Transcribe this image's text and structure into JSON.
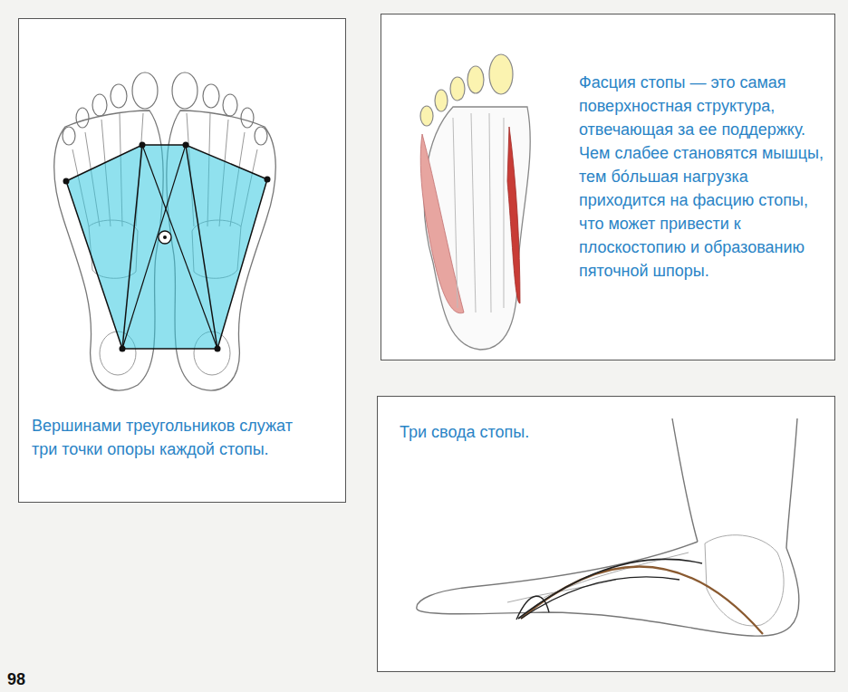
{
  "diagram": {
    "nodes": [
      {
        "text": [
          "Вершинами треугольников служат три точки опоры каждой стопы."
        ]
      },
      {
        "text": [
          "Фасция стопы — это самая поверхностная структура, отвечающая за ее поддержку. Чем слабее становятся мышцы, тем бо́льшая нагрузка приходится на фасцию стопы, что может привести к плоскостопию и образованию пяточной шпоры."
        ]
      },
      {
        "text": [
          "Три свода стопы."
        ]
      }
    ],
    "labels": [
      "98"
    ]
  }
}
